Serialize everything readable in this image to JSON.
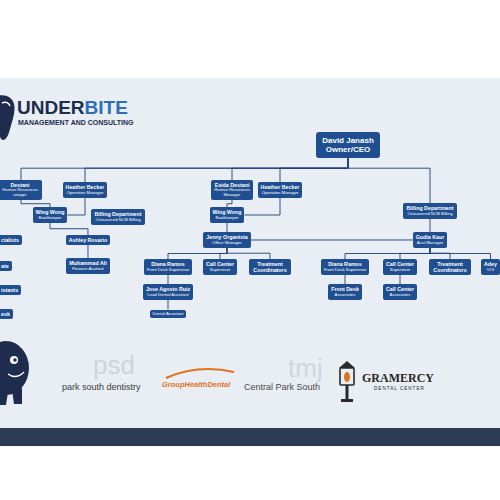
{
  "diagram": {
    "nodes": [
      {
        "text": [
          "David Janash",
          "Owner/CEO"
        ]
      },
      {
        "text": [
          "Destani",
          "Human Resources anager"
        ]
      },
      {
        "text": [
          "Heather Becker",
          "Operation Manager"
        ]
      },
      {
        "text": [
          "Esida Destani",
          "Human Resources Manager"
        ]
      },
      {
        "text": [
          "Heather Becker",
          "Operation Manager"
        ]
      },
      {
        "text": [
          "Wing Wong",
          "Bookkeeper"
        ]
      },
      {
        "text": [
          "Billing Department",
          "Outsourced NCB Billing"
        ]
      },
      {
        "text": [
          "Wing Wong",
          "Bookkeeper"
        ]
      },
      {
        "text": [
          "Billing Department",
          "Outsourced NCB Billing"
        ]
      },
      {
        "text": [
          "cialists"
        ]
      },
      {
        "text": [
          "Ashley Rosario"
        ]
      },
      {
        "text": [
          "Jenny Organista",
          "Office Manager"
        ]
      },
      {
        "text": [
          "Gudia Kaur",
          "Asst Manager"
        ]
      },
      {
        "text": [
          "ate"
        ]
      },
      {
        "text": [
          "Muhammad Ali",
          "Finance Assitant"
        ]
      },
      {
        "text": [
          "Diana Ramos",
          "Front Desk Supervisor"
        ]
      },
      {
        "text": [
          "Call Center",
          "Supervisor"
        ]
      },
      {
        "text": [
          "Treatment Coordinators"
        ]
      },
      {
        "text": [
          "Diana Ramos",
          "Front Desk Supervisor"
        ]
      },
      {
        "text": [
          "Call Center",
          "Supervisor"
        ]
      },
      {
        "text": [
          "Treatment Coordinators"
        ]
      },
      {
        "text": [
          "Adey",
          "VOI"
        ]
      },
      {
        "text": [
          "istants"
        ]
      },
      {
        "text": [
          "Jose Agosto Ruiz",
          "Lead Dental Assistant"
        ]
      },
      {
        "text": [
          "Front Desk",
          "Associates"
        ]
      },
      {
        "text": [
          "Call Center",
          "Associates"
        ]
      },
      {
        "text": [
          "esk"
        ]
      },
      {
        "text": [
          "Dental Assistant"
        ]
      }
    ],
    "edges": [
      {
        "from": 0,
        "to": 1,
        "arrow": "none"
      },
      {
        "from": 0,
        "to": 2,
        "arrow": "none"
      },
      {
        "from": 0,
        "to": 3,
        "arrow": "none"
      },
      {
        "from": 0,
        "to": 4,
        "arrow": "none"
      },
      {
        "from": 0,
        "to": 8,
        "arrow": "none"
      },
      {
        "from": 1,
        "to": 5,
        "arrow": "none"
      },
      {
        "from": 2,
        "to": 5,
        "arrow": "none"
      },
      {
        "from": 5,
        "to": 10,
        "arrow": "none"
      },
      {
        "from": 10,
        "to": 14,
        "arrow": "none"
      },
      {
        "from": 3,
        "to": 7,
        "arrow": "none"
      },
      {
        "from": 4,
        "to": 7,
        "arrow": "none"
      },
      {
        "from": 7,
        "to": 11,
        "arrow": "none"
      },
      {
        "from": 8,
        "to": 12,
        "arrow": "none"
      },
      {
        "from": 11,
        "to": 12,
        "arrow": "none"
      },
      {
        "from": 11,
        "to": 15,
        "arrow": "none"
      },
      {
        "from": 11,
        "to": 16,
        "arrow": "none"
      },
      {
        "from": 11,
        "to": 17,
        "arrow": "none"
      },
      {
        "from": 12,
        "to": 18,
        "arrow": "none"
      },
      {
        "from": 12,
        "to": 19,
        "arrow": "none"
      },
      {
        "from": 12,
        "to": 20,
        "arrow": "none"
      },
      {
        "from": 12,
        "to": 21,
        "arrow": "none"
      },
      {
        "from": 15,
        "to": 23,
        "arrow": "none"
      },
      {
        "from": 23,
        "to": 27,
        "arrow": "none"
      },
      {
        "from": 18,
        "to": 24,
        "arrow": "none"
      },
      {
        "from": 19,
        "to": 25,
        "arrow": "none"
      }
    ],
    "labels": [
      "UNDER",
      "BITE",
      "MANAGEMENT AND CONSULTING",
      "psd",
      "park south dentistry",
      "GroupHealthDental",
      "tmj",
      "Central Park South",
      "GRAMERCY",
      "DENTAL CENTER"
    ]
  }
}
